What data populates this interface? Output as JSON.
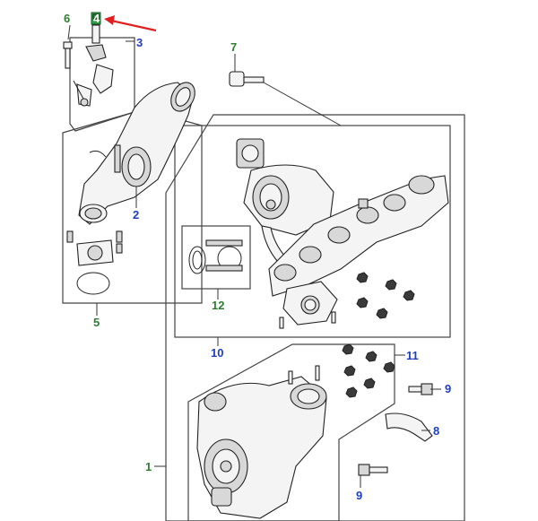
{
  "callouts": [
    {
      "id": "6",
      "text": "6",
      "color": "green"
    },
    {
      "id": "4",
      "text": "4",
      "color": "green"
    },
    {
      "id": "3",
      "text": "3",
      "color": "blue"
    },
    {
      "id": "7",
      "text": "7",
      "color": "green"
    },
    {
      "id": "2",
      "text": "2",
      "color": "blue"
    },
    {
      "id": "5",
      "text": "5",
      "color": "green"
    },
    {
      "id": "12",
      "text": "12",
      "color": "green"
    },
    {
      "id": "10",
      "text": "10",
      "color": "blue"
    },
    {
      "id": "11",
      "text": "11",
      "color": "blue"
    },
    {
      "id": "9a",
      "text": "9",
      "color": "blue"
    },
    {
      "id": "8",
      "text": "8",
      "color": "blue"
    },
    {
      "id": "1",
      "text": "1",
      "color": "green"
    },
    {
      "id": "9b",
      "text": "9",
      "color": "blue"
    }
  ],
  "colors": {
    "green": "#2e7d32",
    "blue": "#1f3fbf",
    "highlight": "#2ea043",
    "arrow": "#e02020"
  },
  "pointer": {
    "target": "4",
    "icon": "red-arrow-icon"
  }
}
